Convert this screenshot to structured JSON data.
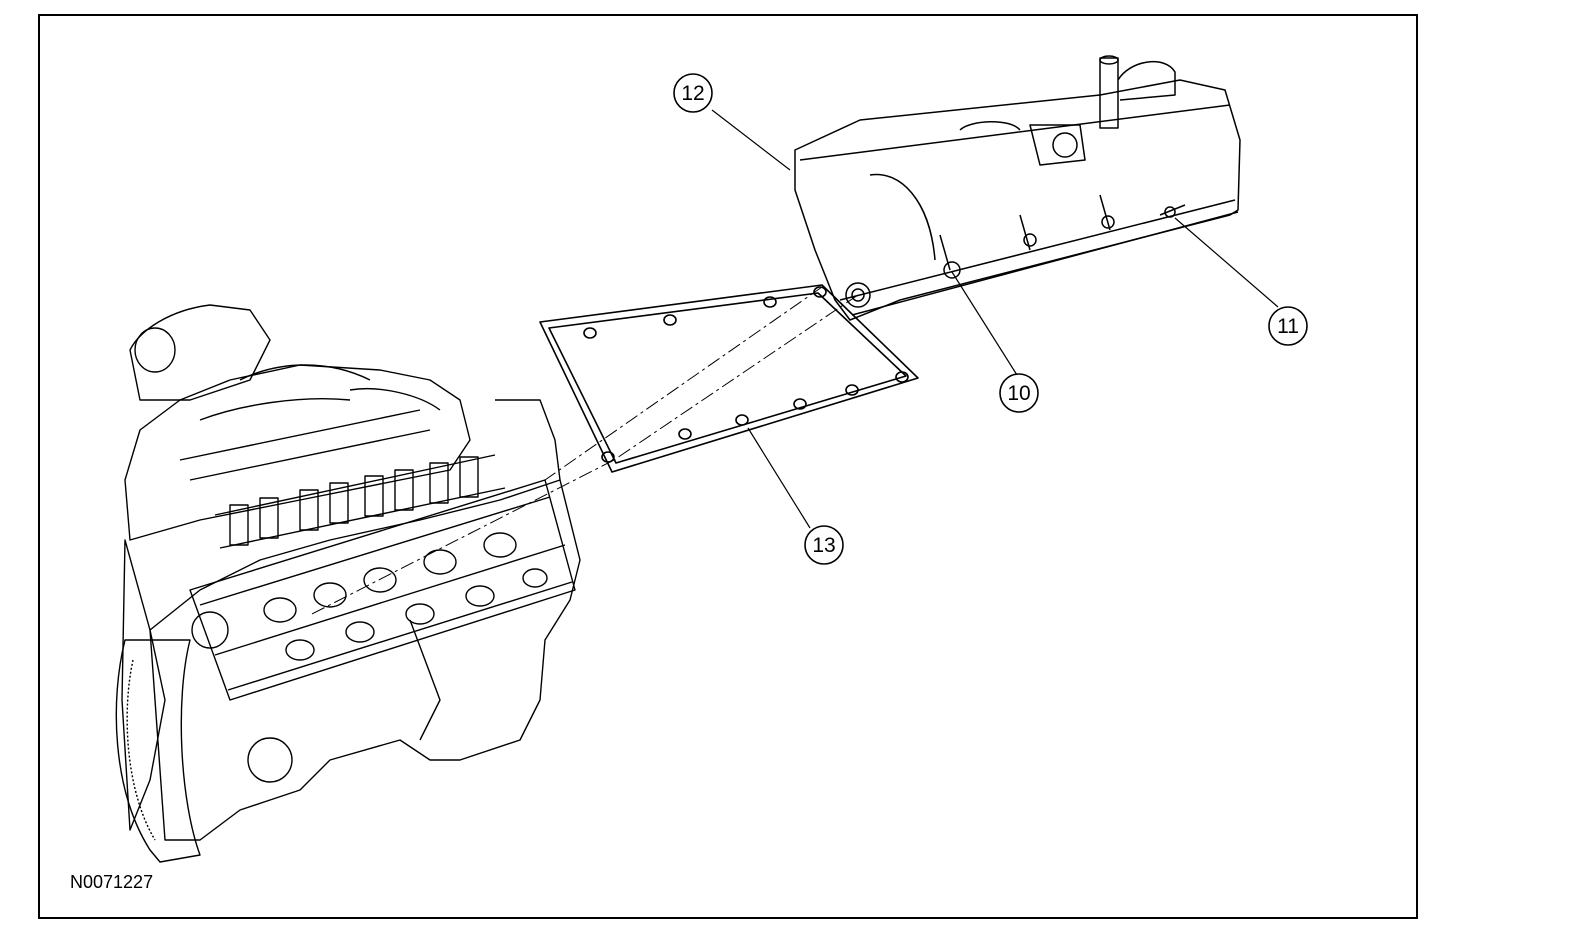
{
  "figure": {
    "id_label": "N0071227"
  },
  "callouts": [
    {
      "key": "c12",
      "label": "12"
    },
    {
      "key": "c10",
      "label": "10"
    },
    {
      "key": "c11",
      "label": "11"
    },
    {
      "key": "c13",
      "label": "13"
    }
  ],
  "parts": {
    "valve_cover": "valve-cover",
    "gasket": "valve-cover-gasket",
    "engine": "engine-assembly",
    "bolt": "cover-bolt",
    "stud": "cover-stud"
  },
  "colors": {
    "line": "#000000",
    "background": "#ffffff"
  }
}
